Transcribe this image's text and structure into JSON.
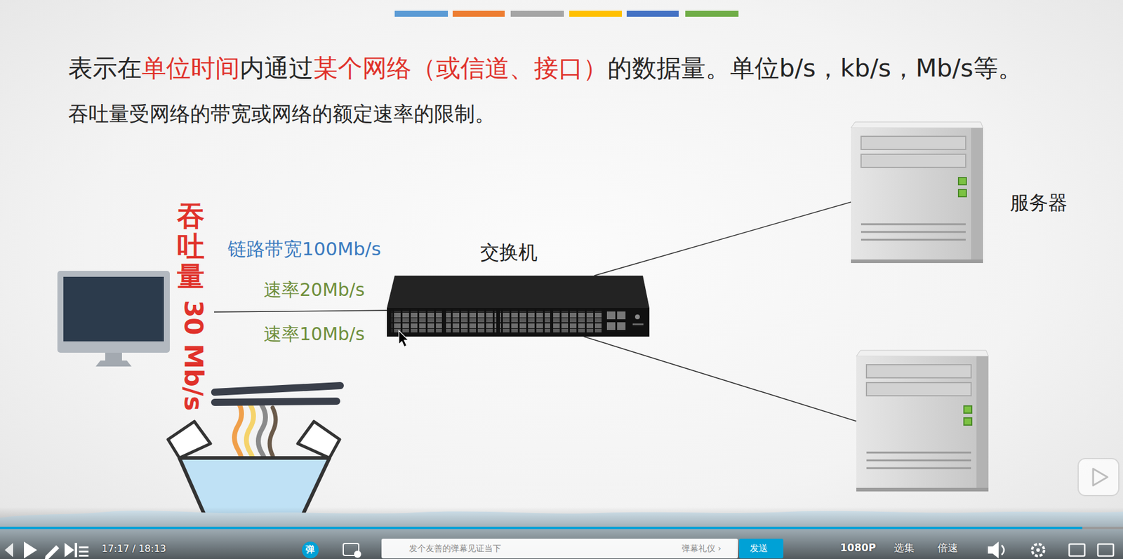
{
  "diagram": {
    "nodes": [
      {
        "text": [
          "吞吐量",
          "30 Mb/s"
        ]
      },
      {
        "text": [
          "交换机"
        ]
      },
      {
        "text": [
          "服务器"
        ]
      },
      {
        "text": []
      }
    ],
    "edges": [
      {
        "from": 0,
        "to": 1,
        "arrow": "none"
      },
      {
        "from": 1,
        "to": 2,
        "arrow": "none"
      },
      {
        "from": 1,
        "to": 3,
        "arrow": "none"
      }
    ],
    "labels": [
      "表示在",
      "单位时间",
      "内通过",
      "某个网络（或信道、接口）",
      "的数据量。单位b/s，kb/s，Mb/s等。",
      "吞吐量受网络的带宽或网络的额定速率的限制。",
      "链路带宽100Mb/s",
      "速率20Mb/s",
      "速率10Mb/s",
      "17:17 / 18:13",
      "弹",
      "发个友善的弹幕见证当下",
      "弹幕礼仪 ›",
      "发送",
      "1080P",
      "选集",
      "倍速"
    ]
  }
}
